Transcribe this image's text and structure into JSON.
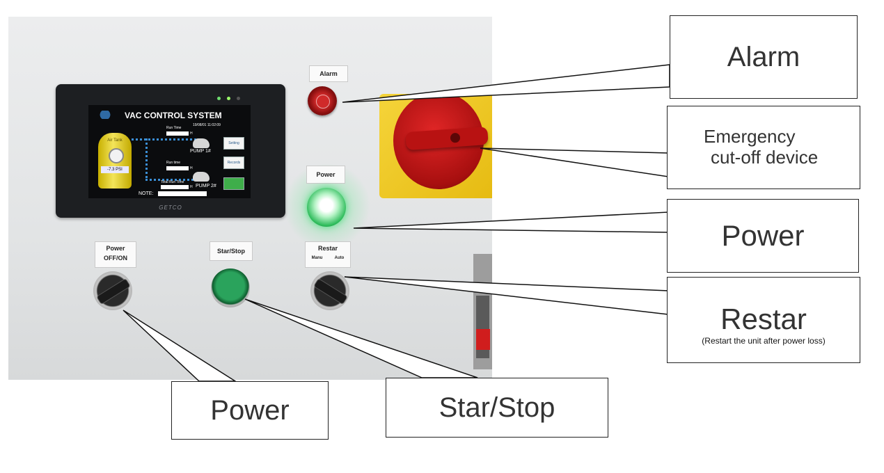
{
  "hmi": {
    "title": "VAC CONTROL SYSTEM",
    "datetime": "19/08/01 11:02:09",
    "tank_label": "Air Tank",
    "pressure": "-7.3 PSI",
    "run_time_1": "Run Time",
    "run_time_2": "Run time",
    "total_run_time": "Total Run Time",
    "hour_unit_1": "H",
    "hour_unit_2": "H",
    "hour_unit_3": "H",
    "pump1": "PUMP 1#",
    "pump2": "PUMP 2#",
    "note": "NOTE:",
    "button_1": "Setting",
    "button_2": "Records",
    "brand": "GETCO"
  },
  "plates": {
    "alarm": "Alarm",
    "power_lamp": "Power",
    "power_switch_line1": "Power",
    "power_switch_line2": "OFF/ON",
    "star_stop": "Star/Stop",
    "restar": "Restar",
    "restar_manu": "Manu",
    "restar_auto": "Auto"
  },
  "callouts": {
    "alarm": "Alarm",
    "emergency_line1": "Emergency",
    "emergency_line2": "cut-off device",
    "power_lamp": "Power",
    "restar": "Restar",
    "restar_note": "(Restart the unit after power loss)",
    "power_switch": "Power",
    "star_stop": "Star/Stop"
  },
  "colors": {
    "alarm_lamp": "#c41f1f",
    "power_lamp": "#2dbb5a",
    "switch_body": "#f2cc2a",
    "switch_handle": "#c01515",
    "start_button": "#1f8a4c"
  }
}
